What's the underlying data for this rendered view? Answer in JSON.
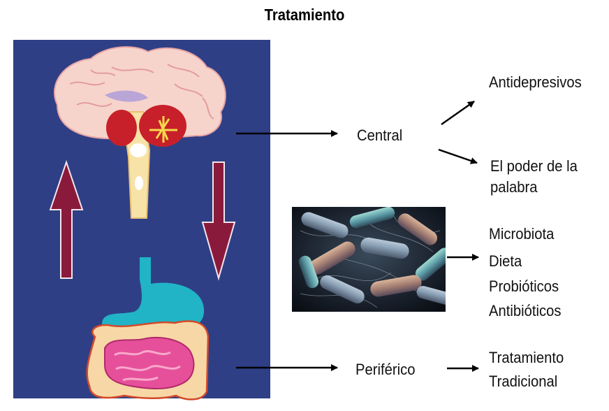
{
  "title": "Tratamiento",
  "labels": {
    "central": "Central",
    "periferico": "Periférico",
    "antidepresivos": "Antidepresivos",
    "poder_line1": "El poder de la",
    "poder_line2": "palabra",
    "microbiota_items": [
      "Microbiota",
      "Dieta",
      "Probióticos",
      "Antibióticos"
    ],
    "tratamiento_line1": "Tratamiento",
    "tratamiento_line2": "Tradicional"
  },
  "colors": {
    "panel_bg": "#2f3f86",
    "updown_arrow": "#8a1a3c",
    "brain": "#f6d4cc",
    "stomach": "#20b4c6",
    "intestine_outer": "#f8d7a6",
    "intestine_inner": "#e6509a",
    "arrow_black": "#000000"
  }
}
